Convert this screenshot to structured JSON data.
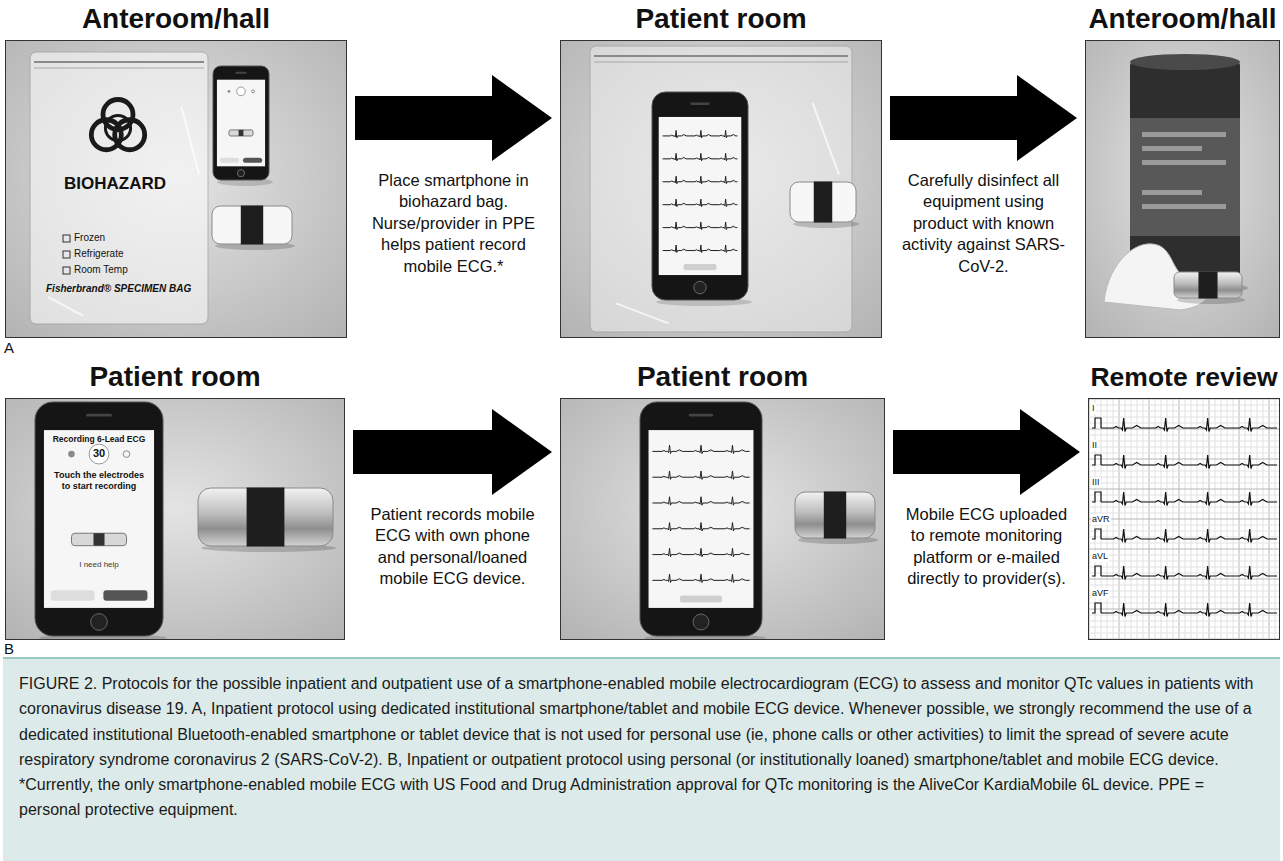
{
  "diagram": {
    "caption": "FIGURE 2. Protocols for the possible inpatient and outpatient use of a smartphone-enabled mobile electrocardiogram (ECG) to assess and monitor QTc values in patients with coronavirus disease 19. A, Inpatient protocol using dedicated institutional smartphone/tablet and mobile ECG device. Whenever possible, we strongly recommend the use of a dedicated institutional Bluetooth-enabled smartphone or tablet device that is not used for personal use (ie, phone calls or other activities) to limit the spread of severe acute respiratory syndrome coronavirus 2 (SARS-CoV-2). B, Inpatient or outpatient protocol using personal (or institutionally loaned) smartphone/tablet and mobile ECG device. *Currently, the only smartphone-enabled mobile ECG with US Food and Drug Administration approval for QTc monitoring is the AliveCor KardiaMobile 6L device. PPE = personal protective equipment.",
    "nodes": [
      {
        "text": [
          "Anteroom/hall"
        ]
      },
      {
        "text": [
          "Patient room"
        ]
      },
      {
        "text": [
          "Anteroom/hall"
        ]
      },
      {
        "text": [
          "Patient room"
        ]
      },
      {
        "text": [
          "Patient room"
        ]
      },
      {
        "text": [
          "Remote review"
        ]
      }
    ],
    "edges": [
      {
        "from": 0,
        "to": 1,
        "arrow": "to",
        "label": "Place smartphone in biohazard bag. Nurse/provider in PPE helps patient record mobile ECG.*"
      },
      {
        "from": 1,
        "to": 2,
        "arrow": "to",
        "label": "Carefully disinfect all equipment using product with known activity against SARS-CoV-2."
      },
      {
        "from": 3,
        "to": 4,
        "arrow": "to",
        "label": "Patient records mobile ECG with own phone and personal/loaned mobile ECG device."
      },
      {
        "from": 4,
        "to": 5,
        "arrow": "to",
        "label": "Mobile ECG uploaded to remote monitoring platform or e-mailed directly to provider(s)."
      }
    ],
    "labels": [
      "A",
      "B",
      "BIOHAZARD",
      "Frozen",
      "Refrigerate",
      "Room Temp",
      "Fisherbrand® SPECIMEN BAG",
      "Recording 6-Lead ECG",
      "30",
      "Touch the electrodes to start recording",
      "I need help",
      "I",
      "II",
      "III",
      "aVR",
      "aVL",
      "aVF"
    ]
  }
}
